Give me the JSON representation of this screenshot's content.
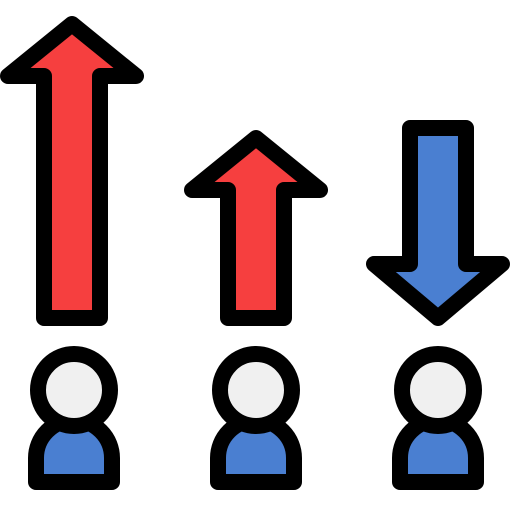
{
  "icon": {
    "name": "population-trend-icon",
    "colors": {
      "outline": "#000000",
      "arrow_up": "#f63f3f",
      "arrow_down": "#4a7fd1",
      "person_head": "#f0f0f0",
      "person_body": "#4a7fd1",
      "background": "#ffffff"
    },
    "arrows": [
      {
        "name": "large-up-arrow-icon",
        "direction": "up"
      },
      {
        "name": "small-up-arrow-icon",
        "direction": "up"
      },
      {
        "name": "down-arrow-icon",
        "direction": "down"
      }
    ],
    "people": [
      {
        "name": "person-left-icon"
      },
      {
        "name": "person-middle-icon"
      },
      {
        "name": "person-right-icon"
      }
    ]
  }
}
